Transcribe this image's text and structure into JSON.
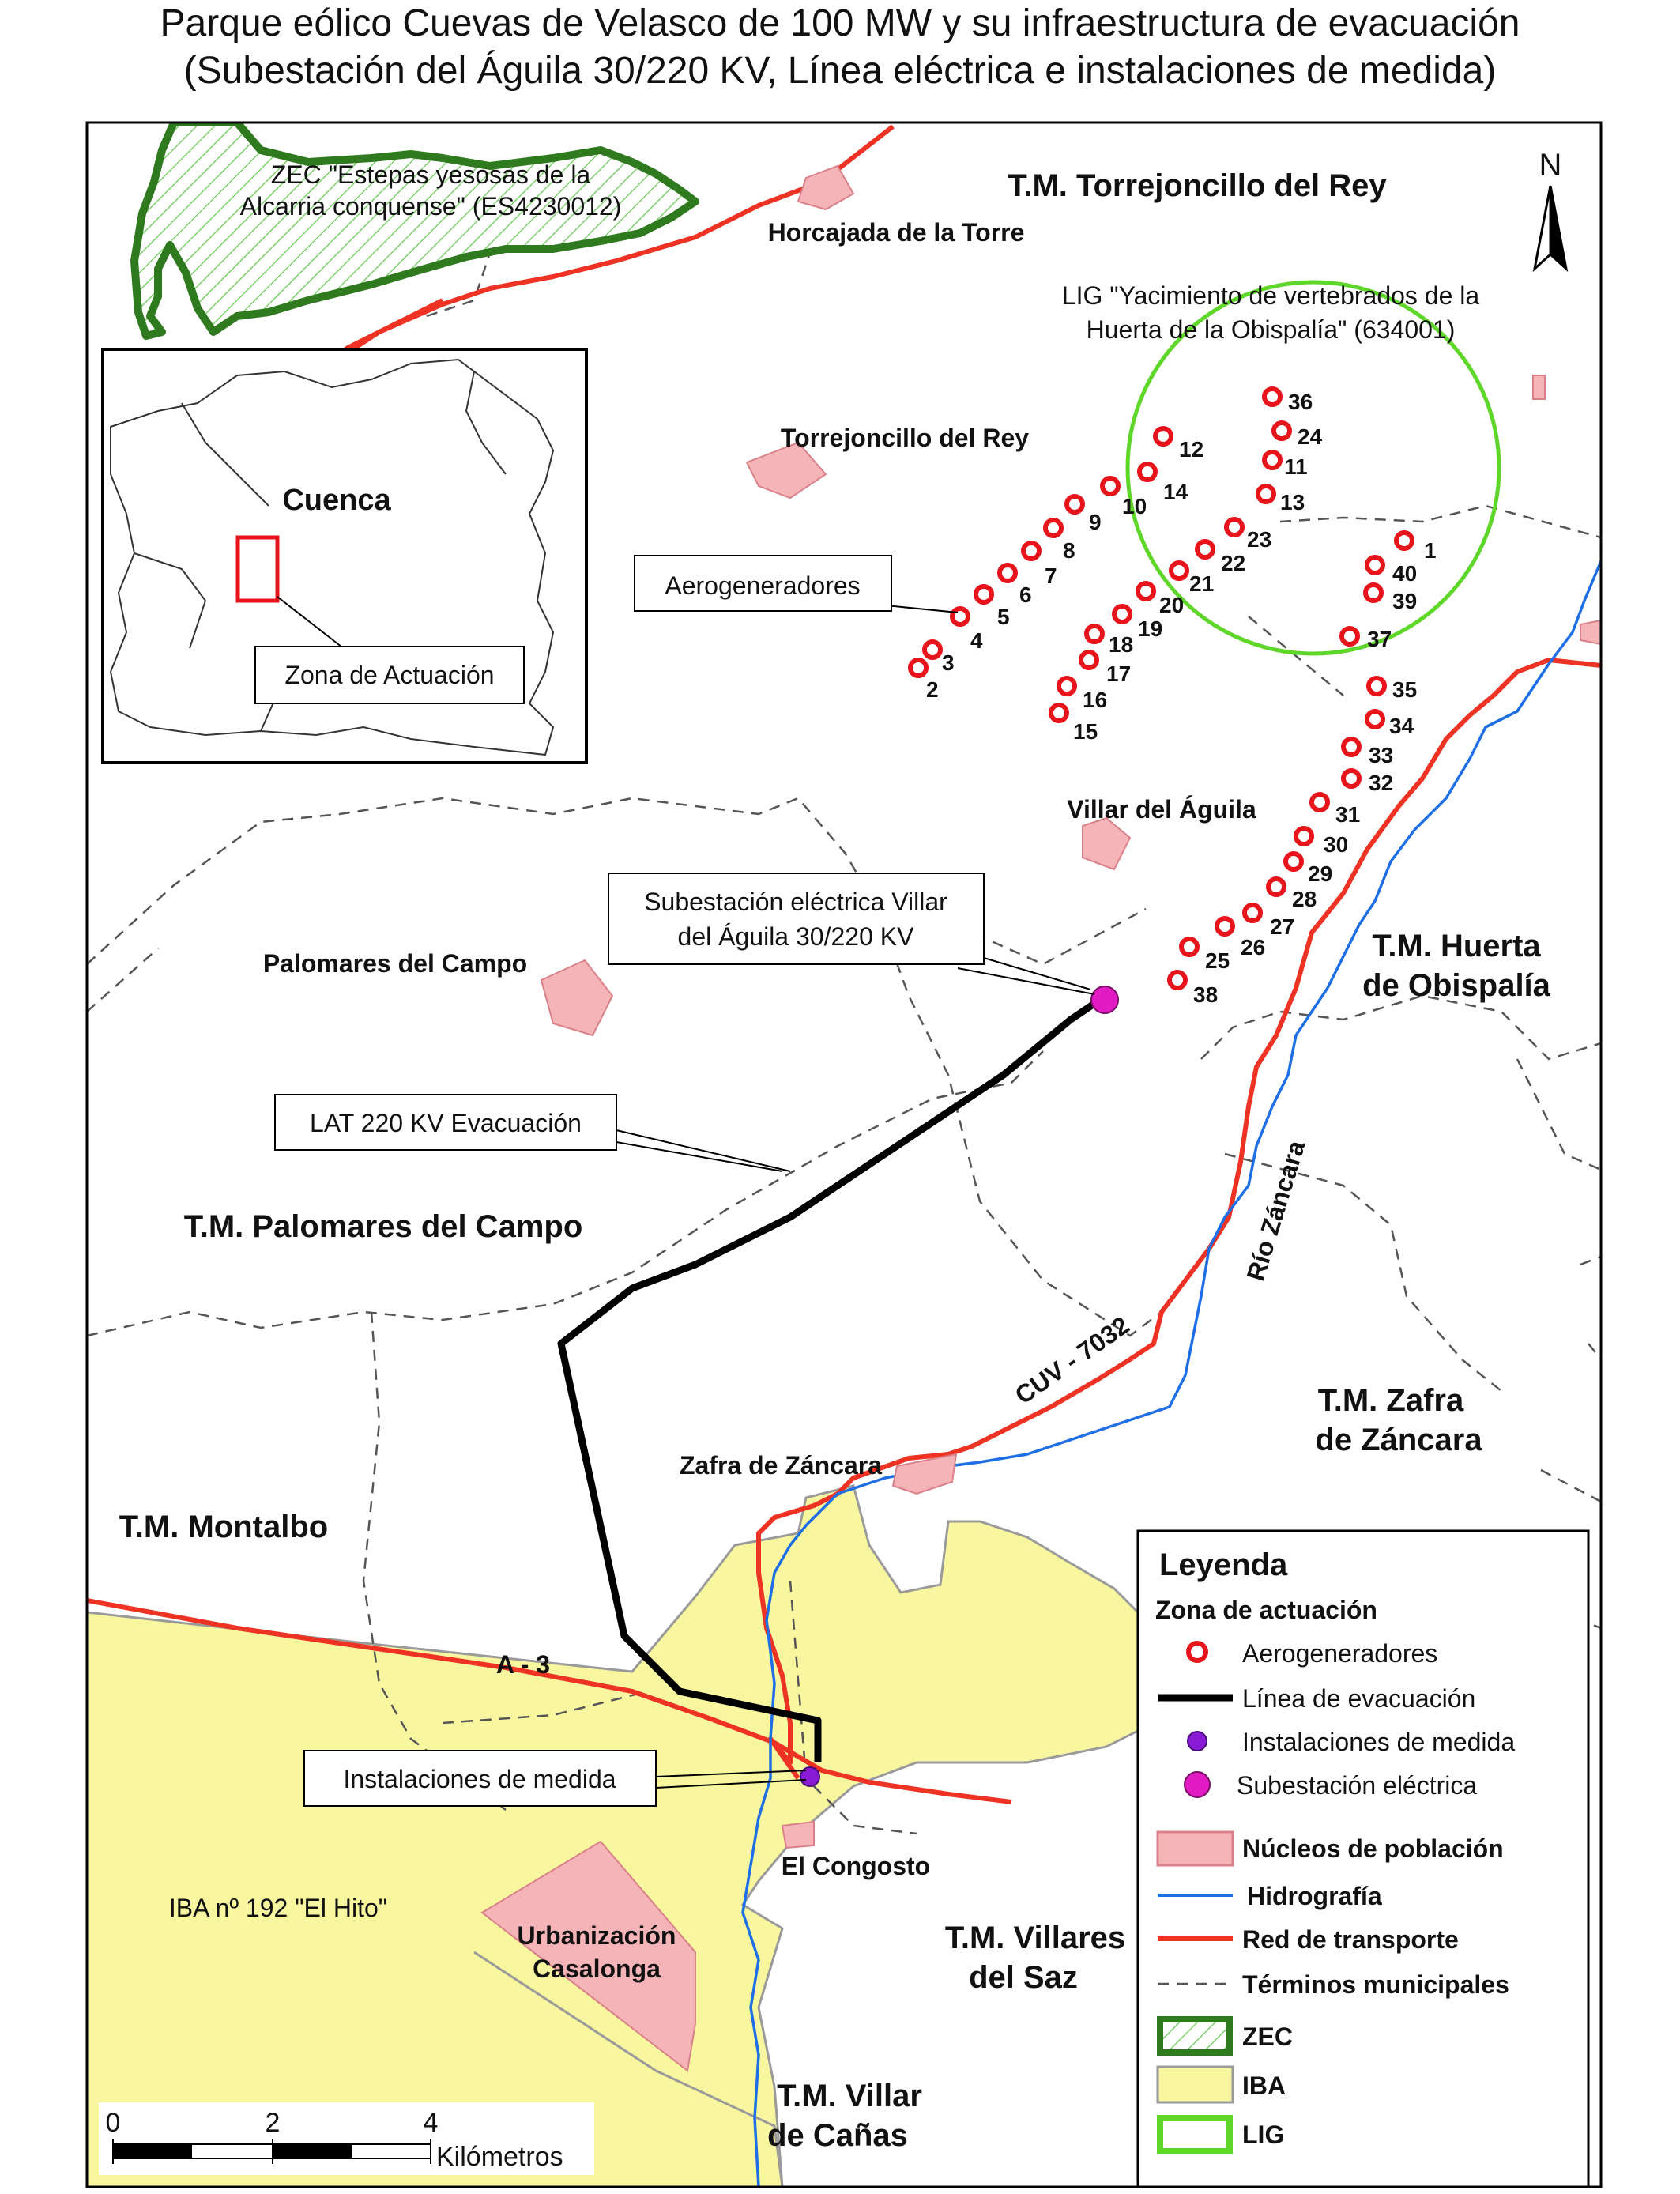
{
  "title": {
    "line1": "Parque eólico Cuevas de Velasco de 100 MW y su infraestructura de evacuación",
    "line2": "(Subestación del Águila 30/220 KV, Línea eléctrica e instalaciones de medida)"
  },
  "colors": {
    "turbine": "#e8141c",
    "evacuation_line": "#000000",
    "measure": "#8b1ad6",
    "substation": "#e21bc4",
    "nucleo_fill": "#f5b5b8",
    "nucleo_stroke": "#d98088",
    "hydro": "#1e6fe6",
    "road": "#ee3224",
    "zec": "#2f7a1f",
    "iba": "#f8f7a0",
    "lig": "#5fd62a"
  },
  "north_label": "N",
  "municipalities": {
    "torrejoncillo": "T.M. Torrejoncillo del Rey",
    "huerta_1": "T.M. Huerta",
    "huerta_2": "de Obispalía",
    "palomares": "T.M. Palomares del Campo",
    "zafra_1": "T.M. Zafra",
    "zafra_2": "de Záncara",
    "montalbo": "T.M. Montalbo",
    "villares_1": "T.M. Villares",
    "villares_2": "del Saz",
    "villar_canas_1": "T.M. Villar",
    "villar_canas_2": "de Cañas"
  },
  "towns": {
    "horcajada": "Horcajada de la Torre",
    "torrejoncillo": "Torrejoncillo del Rey",
    "villar_aguila": "Villar del Águila",
    "palomares": "Palomares del Campo",
    "zafra": "Zafra de Záncara",
    "congosto": "El Congosto",
    "urbanizacion_1": "Urbanización",
    "urbanizacion_2": "Casalonga"
  },
  "protected": {
    "zec_1": "ZEC \"Estepas yesosas de la",
    "zec_2": "Alcarria conquense\" (ES4230012)",
    "lig_1": "LIG \"Yacimiento de vertebrados de la",
    "lig_2": "Huerta de la Obispalía\" (634001)",
    "iba": "IBA nº 192 \"El Hito\""
  },
  "infra_labels": {
    "cuv": "CUV - 7032",
    "rio": "Río Záncara",
    "a3": "A - 3"
  },
  "callouts": {
    "aerogeneradores": "Aerogeneradores",
    "subestacion_1": "Subestación eléctrica Villar",
    "subestacion_2": "del Águila 30/220 KV",
    "lat": "LAT 220 KV Evacuación",
    "medida": "Instalaciones de medida"
  },
  "inset": {
    "province": "Cuenca",
    "zona": "Zona de Actuación"
  },
  "turbines": [
    "1",
    "2",
    "3",
    "4",
    "5",
    "6",
    "7",
    "8",
    "9",
    "10",
    "11",
    "12",
    "13",
    "14",
    "15",
    "16",
    "17",
    "18",
    "19",
    "20",
    "21",
    "22",
    "23",
    "24",
    "25",
    "26",
    "27",
    "28",
    "29",
    "30",
    "31",
    "32",
    "33",
    "34",
    "35",
    "36",
    "37",
    "38",
    "39",
    "40"
  ],
  "legend": {
    "title": "Leyenda",
    "zona_title": "Zona de actuación",
    "aerogeneradores": "Aerogeneradores",
    "linea": "Línea de evacuación",
    "medida": "Instalaciones de medida",
    "subestacion": "Subestación eléctrica",
    "nucleos": "Núcleos de población",
    "hidro": "Hidrografía",
    "red": "Red de transporte",
    "terminos": "Términos municipales",
    "zec": "ZEC",
    "iba": "IBA",
    "lig": "LIG"
  },
  "scale": {
    "t0": "0",
    "t2": "2",
    "t4": "4",
    "unit": "Kilómetros"
  }
}
